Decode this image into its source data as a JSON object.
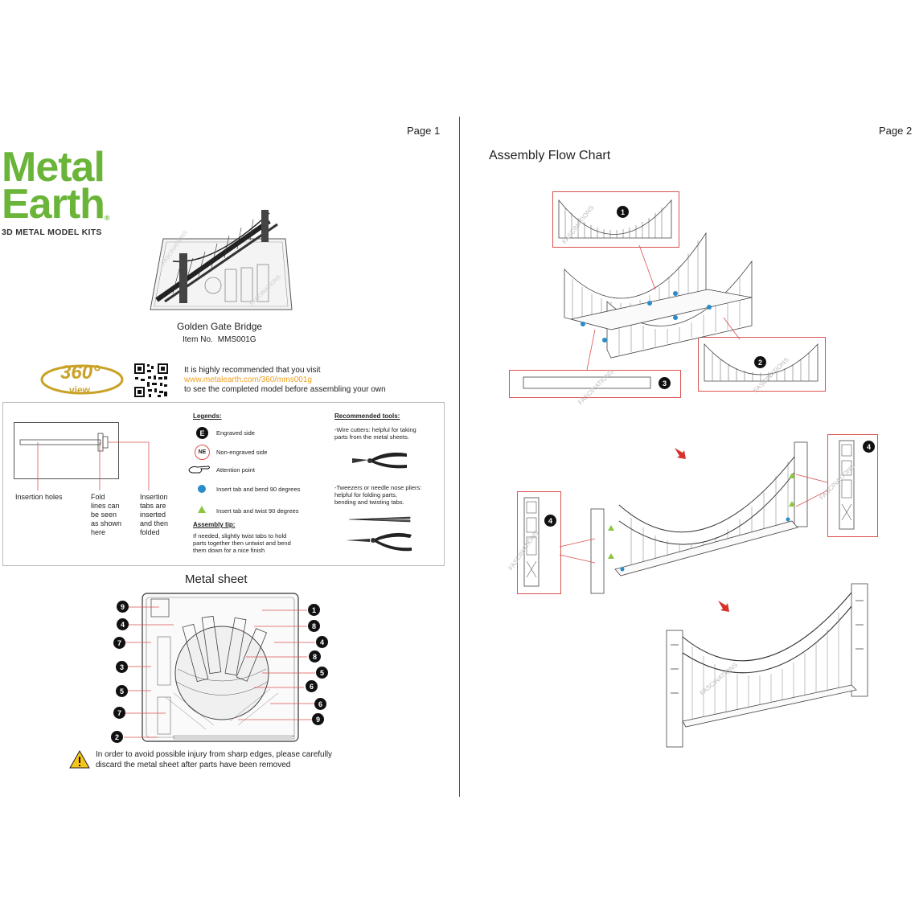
{
  "pages": {
    "page1_label": "Page 1",
    "page2_label": "Page 2"
  },
  "logo": {
    "line1": "Metal",
    "line2": "Earth",
    "registered": "®",
    "tagline": "3D METAL MODEL KITS"
  },
  "product": {
    "name": "Golden Gate Bridge",
    "item_label": "Item No.",
    "item_no": "MMS001G"
  },
  "view360": {
    "badge_number": "360°",
    "badge_word": "view",
    "line1": "It is highly recommended that you visit",
    "url": "www.metalearth.com/360/mms001g",
    "line3": "to see the completed model before assembling your own"
  },
  "diagram_labels": {
    "insertion_holes": "Insertion holes",
    "fold_lines": [
      "Fold",
      "lines can",
      "be seen",
      "as shown",
      "here"
    ],
    "insertion_tabs": [
      "Insertion",
      "tabs are",
      "inserted",
      "and then",
      "folded"
    ]
  },
  "legends": {
    "title": "Legends:",
    "engraved_symbol": "E",
    "engraved": "Engraved side",
    "non_engraved_symbol": "NE",
    "non_engraved": "Non-engraved side",
    "attention": "Attention point",
    "insert_bend": "Insert tab and bend 90 degrees",
    "insert_twist": "Insert tab and twist 90 degrees",
    "tip_title": "Assembly tip:",
    "tip_lines": [
      "If needed, slightly twist tabs to hold",
      "parts together then untwist and bend",
      "them down for a nice finish"
    ]
  },
  "tools": {
    "title": "Recommended tools:",
    "wire_lines": [
      "-Wire cutters: helpful for taking",
      "parts from the metal sheets."
    ],
    "tweezer_lines": [
      "-Tweezers or needle nose pliers:",
      "helpful for folding parts,",
      "bending and twisting tabs."
    ]
  },
  "metal_sheet": {
    "title": "Metal sheet",
    "left_numbers": [
      "9",
      "4",
      "7",
      "3",
      "5",
      "7",
      "2"
    ],
    "right_numbers": [
      "1",
      "8",
      "4",
      "8",
      "5",
      "6",
      "6",
      "9"
    ]
  },
  "warning": {
    "line1": "In order to avoid possible injury from sharp edges, please carefully",
    "line2": "discard the metal sheet after parts have been removed"
  },
  "flow_chart": {
    "title": "Assembly Flow Chart",
    "part1": "1",
    "part2": "2",
    "part3": "3",
    "part4": "4",
    "watermark": "FASCINATIONS"
  },
  "colors": {
    "brand_green": "#6ab539",
    "callout_red": "#d9534f",
    "bend_dot": "#2a8cc9",
    "twist_triangle": "#8cc63f",
    "arrow_red": "#d8312c",
    "url_orange": "#f0a020",
    "gold": "#c9a227"
  }
}
